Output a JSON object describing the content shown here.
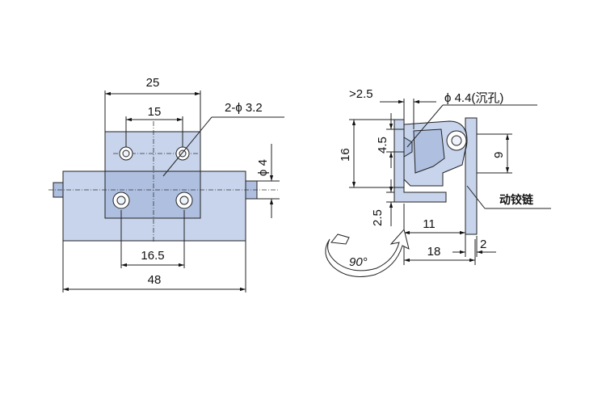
{
  "front_view": {
    "dim_top_outer": "25",
    "dim_top_inner": "15",
    "dim_hole_spec": "2-ϕ 3.2",
    "dim_pin": "ϕ 4",
    "dim_bottom_inner": "16.5",
    "dim_bottom_outer": "48"
  },
  "side_view": {
    "dim_gap": ">2.5",
    "dim_countersink": "ϕ 4.4(沉孔)",
    "dim_height_outer": "16",
    "dim_height_inner": "4.5",
    "dim_lower": "2.5",
    "dim_right_height": "9",
    "dim_width_inner": "11",
    "dim_width_outer": "18",
    "dim_thickness": "2",
    "label_moving_hinge": "动铰链",
    "rotation_angle": "90°"
  }
}
